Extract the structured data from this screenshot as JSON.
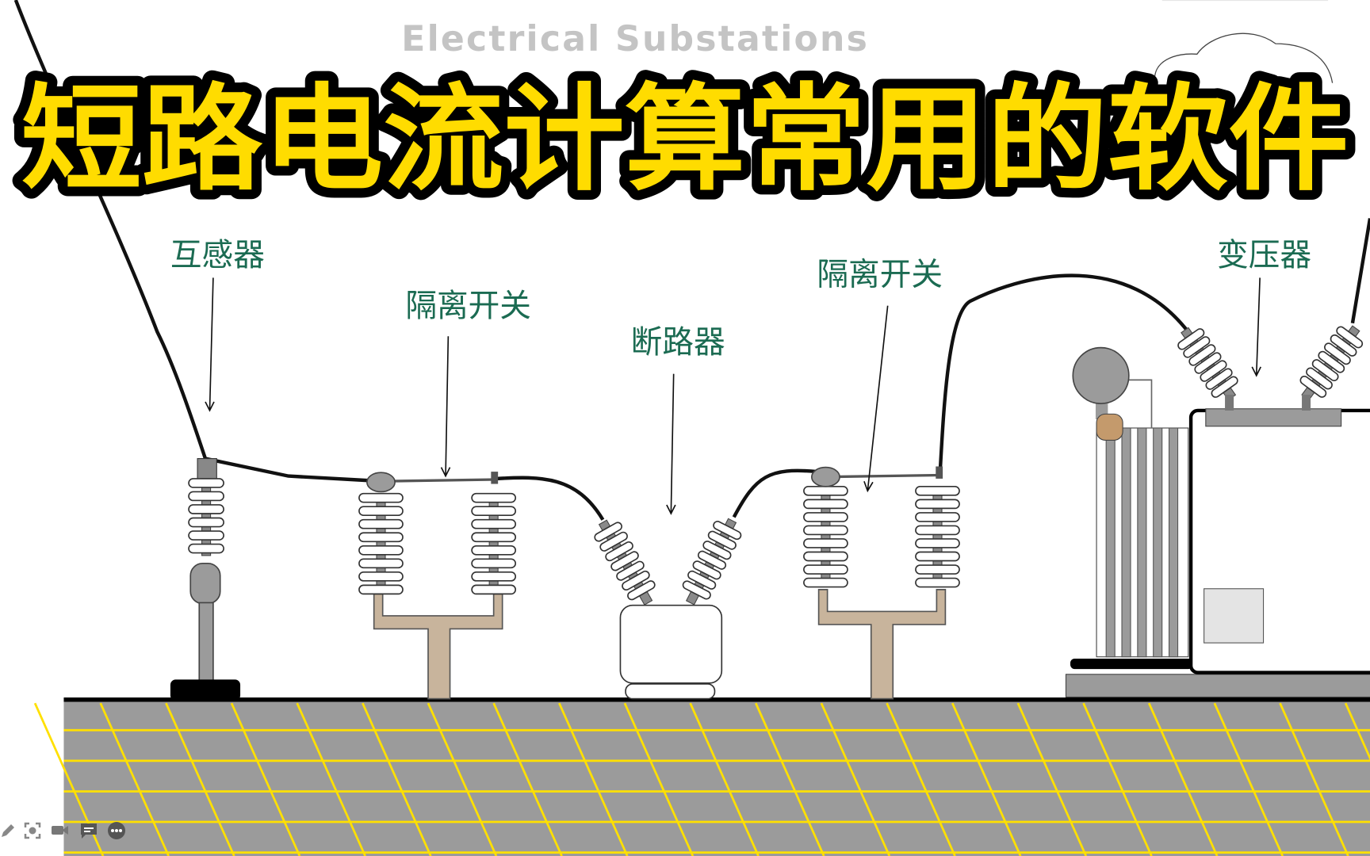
{
  "slide": {
    "subtitle": "Electrical Substations",
    "title": "短路电流计算常用的软件",
    "labels": {
      "current_transformer": "互感器",
      "disconnector_1": "隔离开关",
      "circuit_breaker": "断路器",
      "disconnector_2": "隔离开关",
      "transformer": "变压器"
    }
  },
  "colors": {
    "title_fill": "#ffdc00",
    "title_outline": "#000000",
    "label_color": "#1b6b52",
    "ground": "#9b9b9b",
    "ground_grid": "#ffe000",
    "insulator_support": "#c8b49c"
  },
  "toolbar": {
    "icons": [
      "pen-icon",
      "screenshot-icon",
      "camera-icon",
      "comment-icon",
      "more-icon"
    ]
  }
}
